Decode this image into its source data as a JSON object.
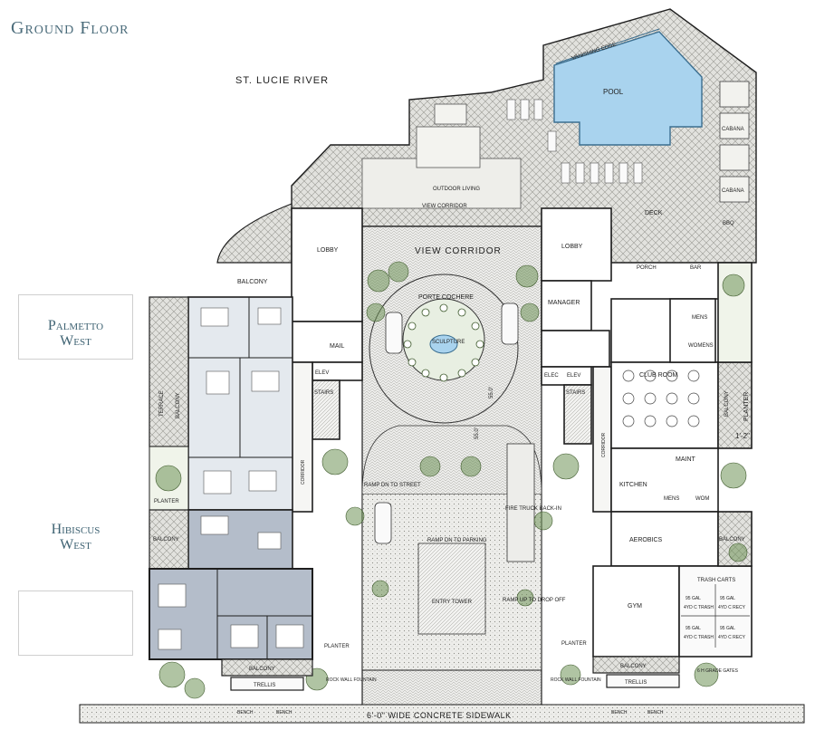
{
  "title": "Ground Floor",
  "river_label": "ST. LUCIE RIVER",
  "legend": {
    "palmetto": [
      "Palmetto",
      "West"
    ],
    "hibiscus": [
      "Hibiscus",
      "West"
    ]
  },
  "labels": {
    "vanishing_edge": "VANISHING EDGE",
    "pool": "POOL",
    "cabana_1": "CABANA",
    "cabana_2": "CABANA",
    "bbq": "BBQ",
    "deck": "DECK",
    "outdoor_living": "OUTDOOR LIVING",
    "view_corridor_top": "VIEW CORRIDOR",
    "view_corridor": "VIEW CORRIDOR",
    "lobby_west": "LOBBY",
    "lobby_east": "LOBBY",
    "porch": "PORCH",
    "bar": "BAR",
    "balcony_top": "BALCONY",
    "porte_cochere": "PORTE COCHERE",
    "sculpture": "SCULPTURE",
    "mail": "MAIL",
    "manager": "MANAGER",
    "mens_top": "MENS",
    "womens": "WOMENS",
    "elev_west": "ELEV",
    "elec_east": "ELEC",
    "elev_east": "ELEV",
    "stairs_west": "STAIRS",
    "stairs_east": "STAIRS",
    "club_room": "CLUB ROOM",
    "planter_east": "PLANTER",
    "balcony_east": "BALCONY",
    "terrace": "TERRACE",
    "balcony_west": "BALCONY",
    "maint": "MAINT",
    "kitchen": "KITCHEN",
    "mens": "MENS",
    "wom": "WOM",
    "ramp_dn": "RAMP DN TO STREET",
    "fire_truck": "FIRE TRUCK BACK-IN",
    "ramp_parking": "RAMP DN TO PARKING",
    "entry_tower": "ENTRY TOWER",
    "ramp_up": "RAMP UP TO DROP OFF",
    "planter_west": "PLANTER",
    "balcony_hibiscus": "BALCONY",
    "aerobics": "AEROBICS",
    "balcony_se": "BALCONY",
    "gym": "GYM",
    "trash_carts": "TRASH CARTS",
    "bin_1": "95 GAL",
    "bin_2": "95 GAL",
    "bin_3": "4YD C TRASH",
    "bin_4": "4YD C RECY",
    "bin_5": "95 GAL",
    "bin_6": "95 GAL",
    "bin_7": "4YD C TRASH",
    "bin_8": "4YD C RECY",
    "planter_sw": "PLANTER",
    "planter_se": "PLANTER",
    "balcony_bottom_w": "BALCONY",
    "balcony_bottom_e": "BALCONY",
    "rock_wall_w": "ROCK WALL FOUNTAIN",
    "rock_wall_e": "ROCK WALL FOUNTAIN",
    "gates": "6 H GRADE GATES",
    "trellis_w": "TRELLIS",
    "trellis_e": "TRELLIS",
    "bench_1": "BENCH",
    "bench_2": "BENCH",
    "bench_3": "BENCH",
    "bench_4": "BENCH",
    "sidewalk": "6'-0\" WIDE CONCRETE SIDEWALK",
    "setback_1": "55.0'",
    "setback_2": "55.0'",
    "dim_east": "1'-2\"",
    "corridor_w": "CORRIDOR",
    "corridor_e": "CORRIDOR"
  },
  "colors": {
    "palmetto": "#e4e9ee",
    "hibiscus": "#b4bdca",
    "water": "#a9d3ee",
    "deck": "#dcdcd8",
    "paver": "#e9e9e4",
    "lawn": "#f0f4ea",
    "foliage": "#6f9457",
    "wall": "#1e1e1e",
    "heading": "#4a6b7a"
  }
}
